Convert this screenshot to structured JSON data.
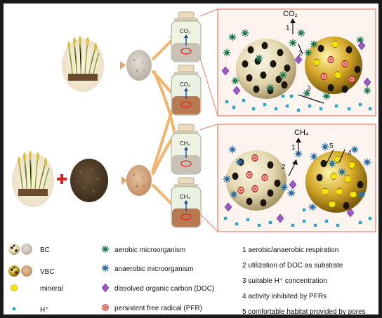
{
  "legend_left": [
    {
      "label": "BC",
      "icon": "biochar-particle-icon"
    },
    {
      "label": "VBC",
      "icon": "vermicompost-biochar-particle-icon"
    },
    {
      "label": "mineral",
      "icon": "mineral-dot-icon",
      "color": "#f3e400"
    },
    {
      "label": "H⁺",
      "icon": "proton-square-icon",
      "color": "#2aa7c8"
    }
  ],
  "legend_mid": [
    {
      "label": "aerobic microorganism",
      "icon": "aerobic-microbe-icon",
      "color": "#1e7a50"
    },
    {
      "label": "anaerobic microorganism",
      "icon": "anaerobic-microbe-icon",
      "color": "#2a6fa8"
    },
    {
      "label": "dissolved organic carbon (DOC)",
      "icon": "doc-diamond-icon",
      "color": "#9b59c6"
    },
    {
      "label": "persistent free radical (PFR)",
      "icon": "pfr-ring-icon",
      "color": "#e05a5a"
    }
  ],
  "legend_right": [
    "1 aerobic/anaerobic respiration",
    "2 utilization of DOC as substrate",
    "3 suitable H⁺ concentration",
    "4 activity inhibited by PFRs",
    "5 comfortable habitat provided by pores"
  ],
  "panel_top": {
    "gas": "CO₂",
    "steps": [
      "1",
      "2",
      "3"
    ]
  },
  "panel_bottom": {
    "gas": "CH₄",
    "steps": [
      "1",
      "2",
      "4",
      "5"
    ]
  },
  "jars": [
    {
      "gas": "CO₂"
    },
    {
      "gas": "CO₂"
    },
    {
      "gas": "CH₄"
    },
    {
      "gas": "CH₄"
    }
  ],
  "colors": {
    "panel_bg": "#fdf4ef",
    "panel_border": "#e5806a",
    "arrow": "#f2b46a",
    "plus": "#d42020"
  }
}
